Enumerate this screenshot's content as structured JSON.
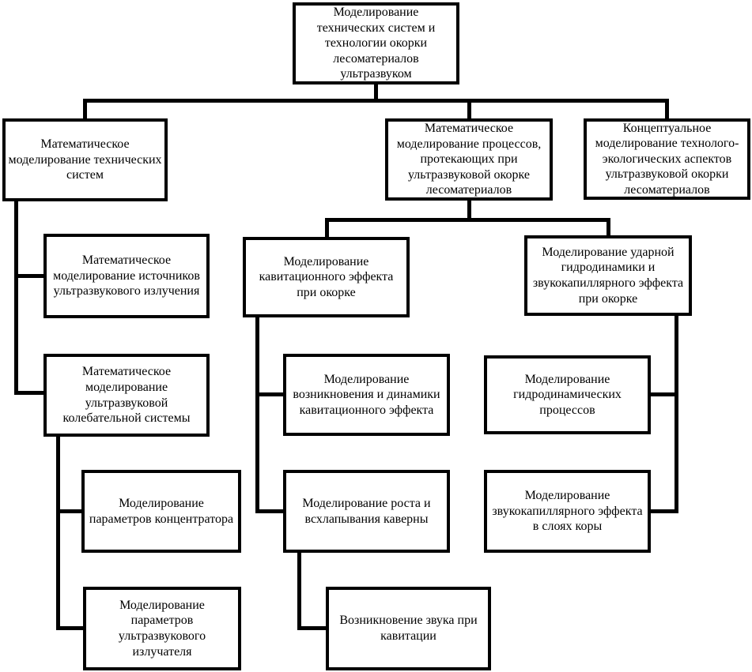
{
  "page": {
    "background_color": "#ffffff"
  },
  "diagram": {
    "type": "hierarchy-block-diagram",
    "line_color": "#000000",
    "box_border_color": "#000000",
    "box_fill_color": "#ffffff",
    "nodes": {
      "root": {
        "label": "Моделирование технических систем и технологии окорки лесоматериалов ультразвуком"
      },
      "math_tech": {
        "label": "Математическое моделирование технических систем"
      },
      "math_proc": {
        "label": "Математическое моделирование процессов, протекающих при ультразвуковой окорке лесоматериалов"
      },
      "conceptual": {
        "label": "Концептуальное моделирование технолого-экологических аспектов ультразвуковой окорки лесоматериалов"
      },
      "sources": {
        "label": "Математическое моделирование источников ультразвукового излучения"
      },
      "oscillatory": {
        "label": "Математическое моделирование ультразвуковой колебательной системы"
      },
      "concentrator": {
        "label": "Моделирование параметров концентратора"
      },
      "emitter": {
        "label": "Моделирование параметров ультразвукового излучателя"
      },
      "cavitation": {
        "label": "Моделирование кавитационного эффекта при окорке"
      },
      "cav_dynamics": {
        "label": "Моделирование возникновения и динамики кавитационного эффекта"
      },
      "cavern_growth": {
        "label": "Моделирование роста и всхлапывания каверны"
      },
      "sound": {
        "label": "Возникновение звука при кавитации"
      },
      "hydro": {
        "label": "Моделирование ударной гидродинамики и звукокапиллярного эффекта при окорке"
      },
      "hydro_proc": {
        "label": "Моделирование гидродинамических процессов"
      },
      "capillary": {
        "label": "Моделирование звукокапиллярного эффекта в слоях коры"
      }
    }
  }
}
